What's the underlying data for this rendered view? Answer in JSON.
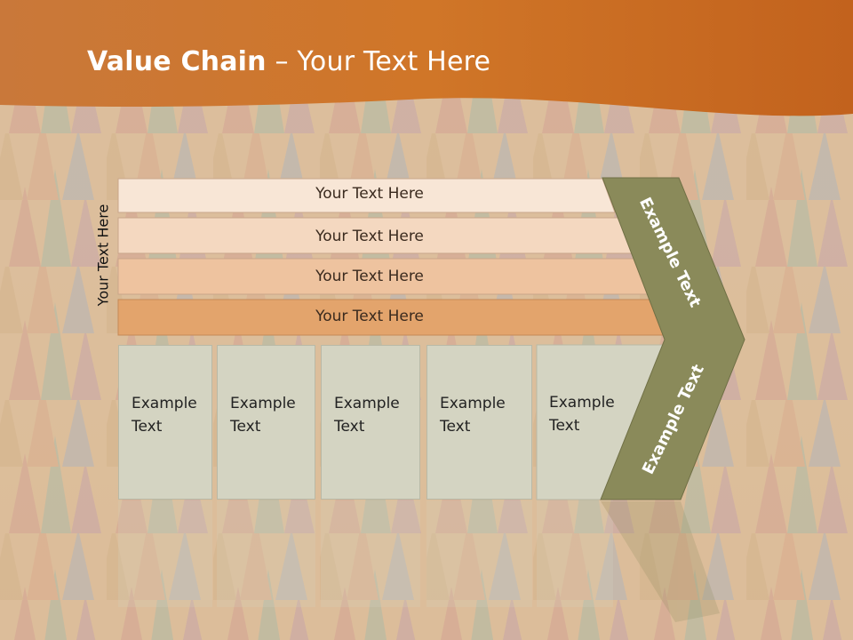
{
  "slide": {
    "title_bold": "Value Chain",
    "title_rest": " – Your Text Here",
    "vertical_label": "Your Text Here",
    "rows": [
      {
        "label": "Your Text Here"
      },
      {
        "label": "Your Text Here"
      },
      {
        "label": "Your Text Here"
      },
      {
        "label": "Your Text Here"
      }
    ],
    "boxes": [
      {
        "label": "Example\nText"
      },
      {
        "label": "Example\nText"
      },
      {
        "label": "Example\nText"
      },
      {
        "label": "Example\nText"
      },
      {
        "label": "Example\nText"
      }
    ],
    "arrow_upper": "Example Text",
    "arrow_lower": "Example Text"
  },
  "colors": {
    "header": "#d9782a",
    "row1": "#f8e6d6",
    "row2": "#f4d8c0",
    "row3": "#eec39f",
    "row4": "#e3a46c",
    "box": "#d4d4c2",
    "arrow": "#8a8a5a"
  }
}
